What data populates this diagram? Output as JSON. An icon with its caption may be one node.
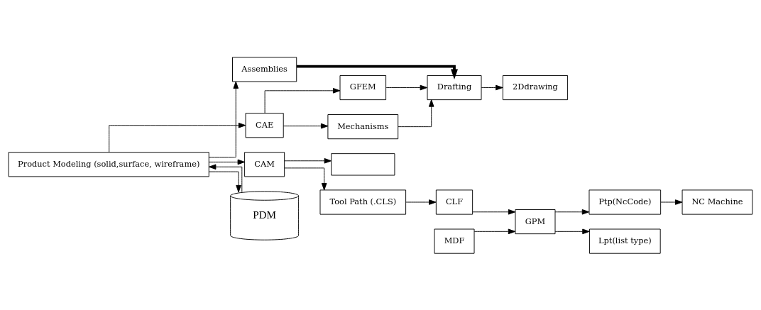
{
  "diagram": {
    "nodes": [
      {
        "text": [
          "Product Modeling (solid,surface, wireframe)"
        ]
      },
      {
        "text": [
          "Assemblies"
        ]
      },
      {
        "text": [
          "CAE"
        ]
      },
      {
        "text": [
          "GFEM"
        ]
      },
      {
        "text": [
          "Drafting"
        ]
      },
      {
        "text": [
          "Mechanisms"
        ]
      },
      {
        "text": [
          "2Ddrawing"
        ]
      },
      {
        "text": [
          "CAM"
        ]
      },
      {
        "text": [],
        "shape": "box"
      },
      {
        "text": [
          "PDM"
        ]
      },
      {
        "text": [
          "Tool Path (.CLS)"
        ]
      },
      {
        "text": [
          "CLF"
        ]
      },
      {
        "text": [
          "MDF"
        ]
      },
      {
        "text": [
          "NC Machine"
        ]
      },
      {
        "text": [
          "Ptp(NcCode)"
        ]
      },
      {
        "text": [
          "GPM"
        ]
      },
      {
        "text": [
          "Lpt(list type)"
        ]
      }
    ],
    "edges": [
      {
        "from": 0,
        "to": 1,
        "arrow": "to"
      },
      {
        "from": 0,
        "to": 2,
        "arrow": "to"
      },
      {
        "from": 0,
        "to": 7,
        "arrow": "to"
      },
      {
        "from": 0,
        "to": 9,
        "arrow": "to"
      },
      {
        "from": 9,
        "to": 0,
        "arrow": "to"
      },
      {
        "from": 1,
        "to": 4,
        "arrow": "to",
        "style": "thick"
      },
      {
        "from": 2,
        "to": 3,
        "arrow": "to"
      },
      {
        "from": 2,
        "to": 5,
        "arrow": "to"
      },
      {
        "from": 3,
        "to": 4,
        "arrow": "to"
      },
      {
        "from": 5,
        "to": 4,
        "arrow": "to"
      },
      {
        "from": 4,
        "to": 6,
        "arrow": "to"
      },
      {
        "from": 7,
        "to": 8,
        "arrow": "to"
      },
      {
        "from": 7,
        "to": 10,
        "arrow": "to"
      },
      {
        "from": 10,
        "to": 11,
        "arrow": "to"
      },
      {
        "from": 11,
        "to": 15,
        "arrow": "to"
      },
      {
        "from": 12,
        "to": 15,
        "arrow": "to"
      },
      {
        "from": 15,
        "to": 14,
        "arrow": "to"
      },
      {
        "from": 14,
        "to": 13,
        "arrow": "to"
      },
      {
        "from": 15,
        "to": 16,
        "arrow": "to"
      }
    ]
  }
}
